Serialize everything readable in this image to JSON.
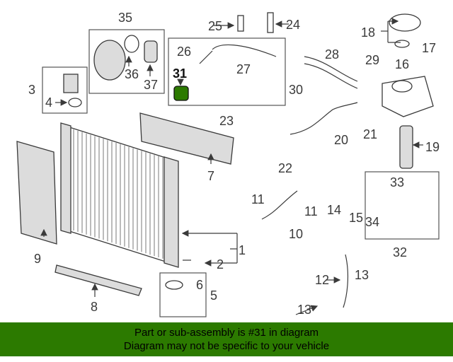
{
  "callouts": {
    "c1": "1",
    "c2": "2",
    "c3": "3",
    "c4": "4",
    "c5": "5",
    "c6": "6",
    "c7": "7",
    "c8": "8",
    "c9": "9",
    "c10": "10",
    "c11a": "11",
    "c11b": "11",
    "c12": "12",
    "c13a": "13",
    "c13b": "13",
    "c14": "14",
    "c15": "15",
    "c16": "16",
    "c17": "17",
    "c18": "18",
    "c19": "19",
    "c20": "20",
    "c21": "21",
    "c22": "22",
    "c23": "23",
    "c24": "24",
    "c25": "25",
    "c26": "26",
    "c27": "27",
    "c28": "28",
    "c29": "29",
    "c30": "30",
    "c31": "31",
    "c32": "32",
    "c33": "33",
    "c34": "34",
    "c35": "35",
    "c36": "36",
    "c37": "37"
  },
  "highlight": {
    "part_number": "31",
    "color": "#2c7a00"
  },
  "footer": {
    "line1": "Part or sub-assembly is #31 in diagram",
    "line2": "Diagram may not be specific to your vehicle",
    "background": "#2c7a00"
  }
}
